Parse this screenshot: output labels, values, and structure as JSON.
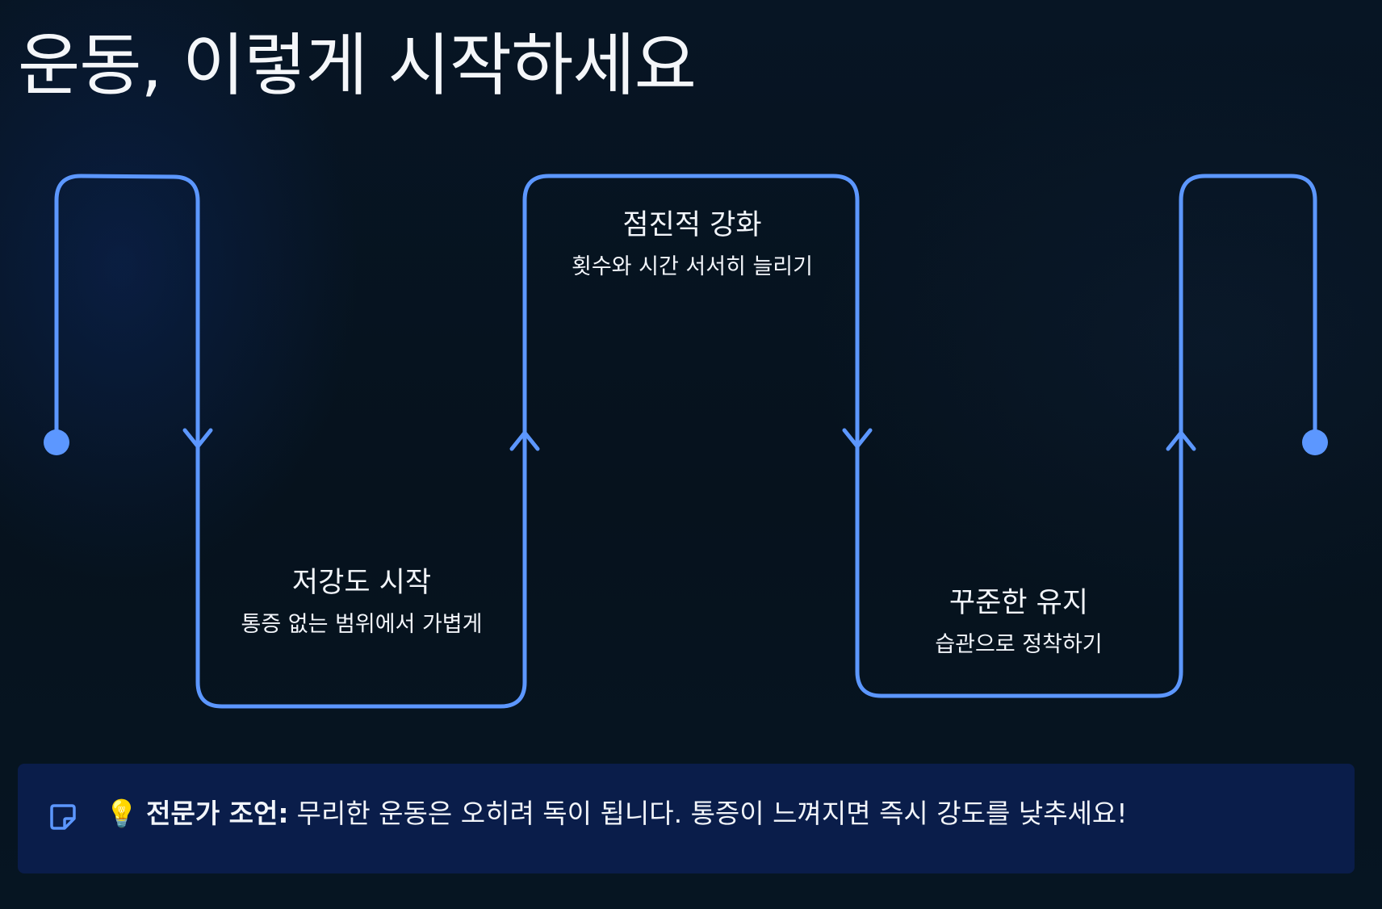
{
  "title": "운동, 이렇게 시작하세요",
  "colors": {
    "accent": "#5c97ff",
    "background": "#06121d",
    "callout_background": "#0a1d4a",
    "text": "#f2f5fa"
  },
  "steps": [
    {
      "title": "저강도 시작",
      "description": "통증 없는 범위에서 가볍게",
      "side": "bottom"
    },
    {
      "title": "점진적 강화",
      "description": "횟수와 시간 서서히 늘리기",
      "side": "top"
    },
    {
      "title": "꾸준한 유지",
      "description": "습관으로 정착하기",
      "side": "bottom"
    }
  ],
  "callout": {
    "icon": "note-icon",
    "emoji": "💡",
    "label": "전문가 조언:",
    "text": "무리한 운동은 오히려 독이 됩니다. 통증이 느껴지면 즉시 강도를 낮추세요!"
  }
}
